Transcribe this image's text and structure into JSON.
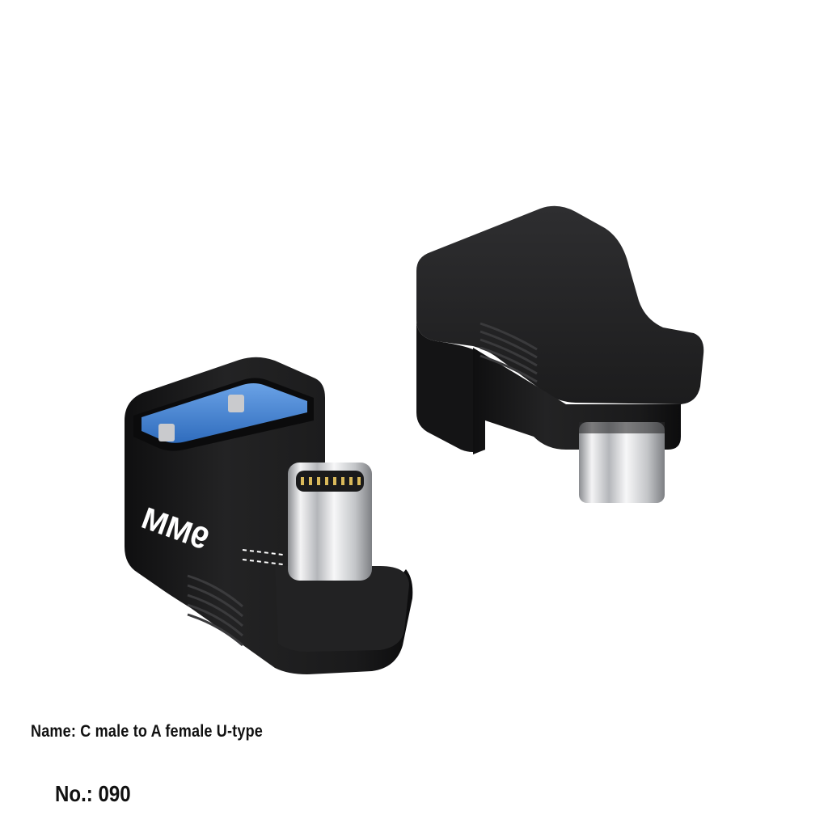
{
  "product": {
    "name_line": "Name: C male to A female U-type",
    "number_line": "No.: 090",
    "depth_marking": "9MM"
  },
  "colors": {
    "background": "#ffffff",
    "body": "#1b1b1c",
    "port_insert": "#3f7fd0",
    "metal": "#d9dadc",
    "caption_text": "#111111"
  }
}
